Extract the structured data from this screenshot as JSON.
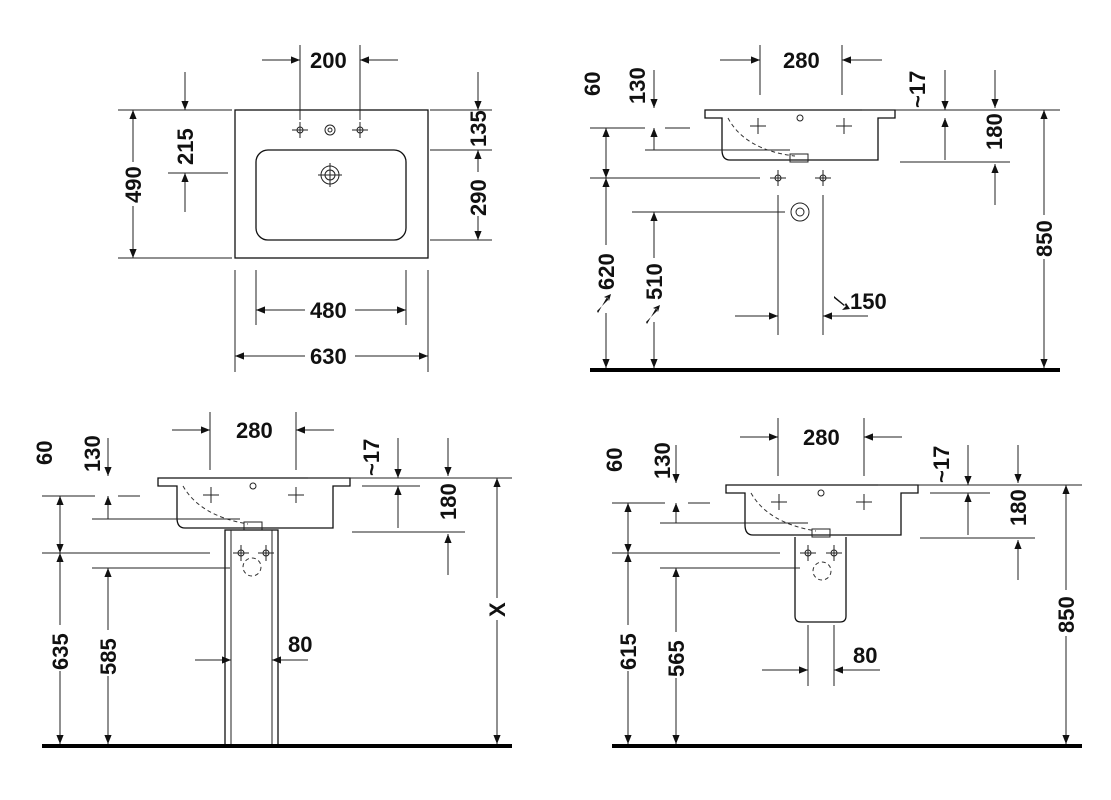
{
  "views": {
    "top_view": {
      "d200": "200",
      "d215": "215",
      "d490": "490",
      "d135": "135",
      "d290": "290",
      "d480": "480",
      "d630": "630"
    },
    "side_wall": {
      "d280": "280",
      "d60": "60",
      "d130": "130",
      "d17": "~17",
      "d180": "180",
      "d850": "850",
      "d620": "620",
      "d510": "510",
      "d150": "150"
    },
    "side_pedestal": {
      "d280": "280",
      "d60": "60",
      "d130": "130",
      "d17": "~17",
      "d180": "180",
      "d635": "635",
      "d585": "585",
      "d80": "80",
      "dx": "X"
    },
    "side_semipedestal": {
      "d280": "280",
      "d60": "60",
      "d130": "130",
      "d17": "~17",
      "d180": "180",
      "d615": "615",
      "d565": "565",
      "d80": "80",
      "d850": "850"
    }
  }
}
